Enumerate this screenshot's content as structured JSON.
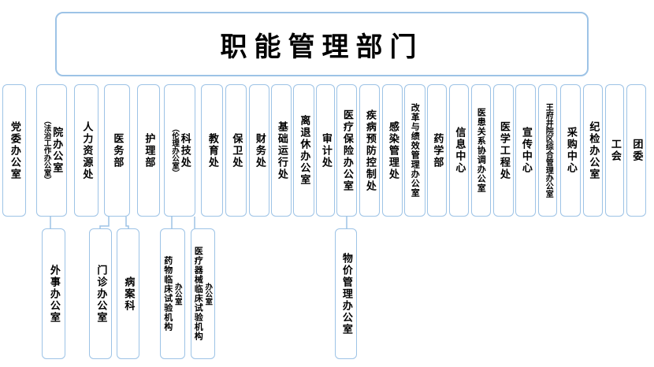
{
  "title": "职能管理部门",
  "colors": {
    "border": "#9DC3E6",
    "connector": "#9DC3E6",
    "text": "#000000",
    "background": "#FFFFFF"
  },
  "level1": [
    {
      "name": "党委办公室"
    },
    {
      "name": "院办公室",
      "sub": "（法治工作办公室）"
    },
    {
      "name": "人力资源处"
    },
    {
      "name": "医务部"
    },
    {
      "name": "护理部"
    },
    {
      "name": "科技处",
      "sub": "（伦理办公室）"
    },
    {
      "name": "教育处"
    },
    {
      "name": "保卫处"
    },
    {
      "name": "财务处"
    },
    {
      "name": "基础运行处"
    },
    {
      "name": "离退休办公室"
    },
    {
      "name": "审计处"
    },
    {
      "name": "医疗保险办公室"
    },
    {
      "name": "疾病预防控制处"
    },
    {
      "name": "感染管理处"
    },
    {
      "name": "改革与绩效管理办公室"
    },
    {
      "name": "药学部"
    },
    {
      "name": "信息中心"
    },
    {
      "name": "医患关系协调办公室"
    },
    {
      "name": "医学工程处"
    },
    {
      "name": "宣传中心"
    },
    {
      "name": "王府井院区综合管理办公室"
    },
    {
      "name": "采购中心"
    },
    {
      "name": "纪检办公室"
    },
    {
      "name": "工会"
    },
    {
      "name": "团委"
    }
  ],
  "level2": [
    {
      "name": "外事办公室",
      "parent": "院办公室"
    },
    {
      "name": "门诊办公室",
      "parent": "医务部"
    },
    {
      "name": "病案科",
      "parent": "医务部"
    },
    {
      "name": "药物临床试验机构",
      "sub": "办公室",
      "parent": "科技处"
    },
    {
      "name": "医疗器械临床试验机构",
      "sub": "办公室",
      "parent": "科技处"
    },
    {
      "name": "物价管理办公室",
      "parent": "医疗保险办公室"
    }
  ]
}
